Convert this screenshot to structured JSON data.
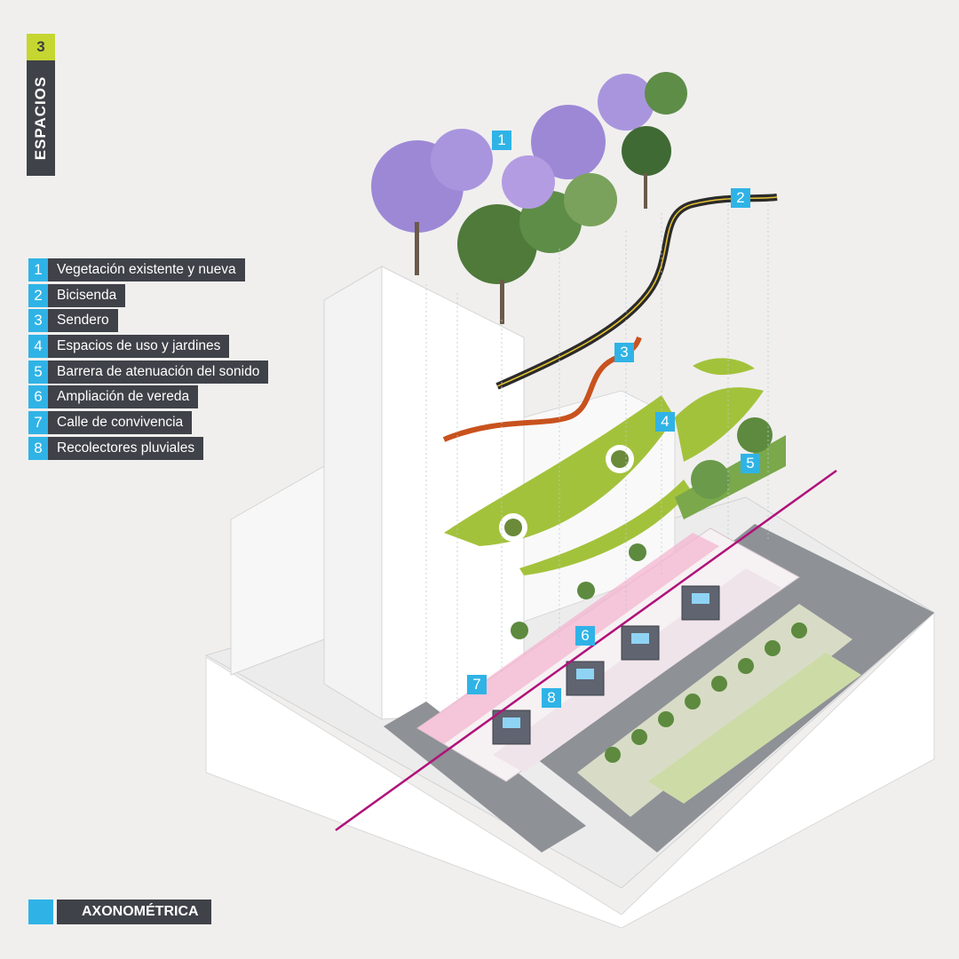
{
  "side_tab": {
    "number": "3",
    "title": "ESPACIOS"
  },
  "legend": [
    {
      "num": "1",
      "label": "Vegetación existente y nueva"
    },
    {
      "num": "2",
      "label": "Bicisenda"
    },
    {
      "num": "3",
      "label": "Sendero"
    },
    {
      "num": "4",
      "label": "Espacios de uso y jardines"
    },
    {
      "num": "5",
      "label": "Barrera de atenuación del sonido"
    },
    {
      "num": "6",
      "label": "Ampliación de vereda"
    },
    {
      "num": "7",
      "label": "Calle de convivencia"
    },
    {
      "num": "8",
      "label": "Recolectores pluviales"
    }
  ],
  "markers": [
    "1",
    "2",
    "3",
    "4",
    "5",
    "6",
    "7",
    "8"
  ],
  "footer": {
    "title": "AXONOMÉTRICA"
  },
  "colors": {
    "accent_blue": "#2fb3e6",
    "lime": "#c6d631",
    "dark_label": "#3f4248",
    "cut_line": "#b0127a",
    "crosswalk_pink": "#f4b6d0",
    "bike_path": "#2b2b2b",
    "trail": "#c8521e",
    "garden": "#a3c23b",
    "tree_purple": "#9d88d6",
    "tree_green": "#4f7a3a"
  }
}
